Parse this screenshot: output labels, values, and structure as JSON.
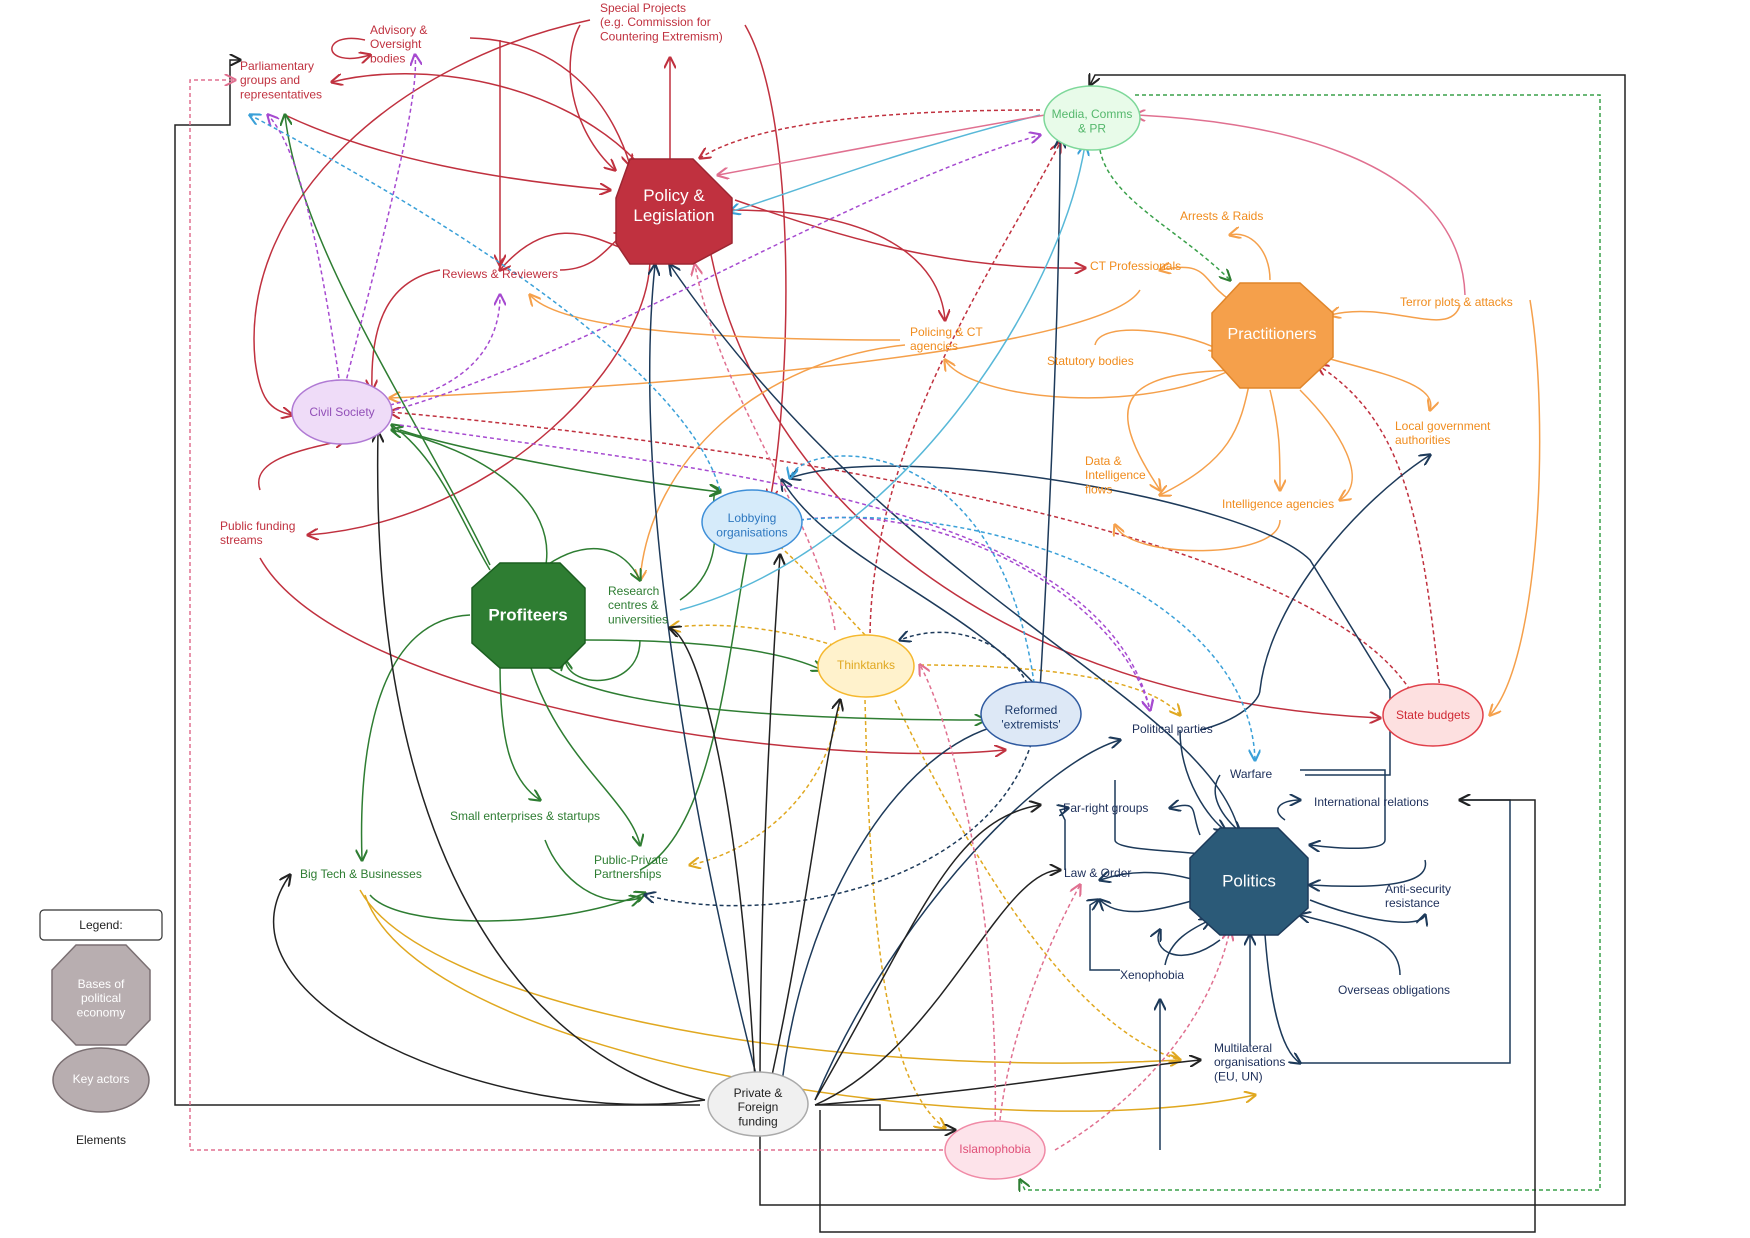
{
  "colors": {
    "policy": "#c0313f",
    "practitioners": "#f5a04b",
    "practitioners_text": "#f08c1e",
    "profiteers": "#2e7d32",
    "politics": "#2b5a78",
    "politics_text": "#1d2f5a",
    "media": "#7ed89a",
    "civil": "#9b59b6",
    "lobby": "#3e8fd8",
    "think": "#f5b82e",
    "reformed": "#2f5aa0",
    "state": "#e0404a",
    "islam": "#e86a8a",
    "funding": "#333333",
    "legend": "#b8aeb0"
  },
  "hubs": {
    "policy": "Policy &\nLegislation",
    "practitioners": "Practitioners",
    "profiteers": "Profiteers",
    "politics": "Politics"
  },
  "actors": {
    "media": "Media, Comms\n& PR",
    "civil": "Civil Society",
    "lobbying": "Lobbying\norganisations",
    "thinktanks": "Thinktanks",
    "reformed": "Reformed\n'extremists'",
    "state_budgets": "State budgets",
    "islamophobia": "Islamophobia",
    "funding": "Private &\nForeign\nfunding"
  },
  "labels": {
    "advisory": "Advisory &\nOversight\nbodies",
    "special": "Special Projects\n(e.g. Commission for\nCountering Extremism)",
    "parliamentary": "Parliamentary\ngroups and\nrepresentatives",
    "reviews": "Reviews & Reviewers",
    "public_funding": "Public funding\nstreams",
    "arrests": "Arrests & Raids",
    "ct_prof": "CT Professionals",
    "terror": "Terror plots & attacks",
    "policing": "Policing & CT\nagencies",
    "statutory": "Statutory bodies",
    "local_gov": "Local government\nauthorities",
    "data_intel": "Data &\nIntelligence\nflows",
    "intel_agencies": "Intelligence agencies",
    "research": "Research\ncentres &\nuniversities",
    "small_ent": "Small enterprises & startups",
    "ppp": "Public-Private\nPartnerships",
    "big_tech": "Big Tech & Businesses",
    "political_parties": "Political parties",
    "warfare": "Warfare",
    "far_right": "Far-right groups",
    "intl_rel": "International relations",
    "law_order": "Law & Order",
    "anti_sec": "Anti-security\nresistance",
    "xenophobia": "Xenophobia",
    "overseas": "Overseas obligations",
    "multilateral": "Multilateral\norganisations\n(EU, UN)"
  },
  "legend": {
    "title": "Legend:",
    "bases": "Bases of\npolitical\neconomy",
    "key_actors": "Key actors",
    "elements": "Elements"
  }
}
